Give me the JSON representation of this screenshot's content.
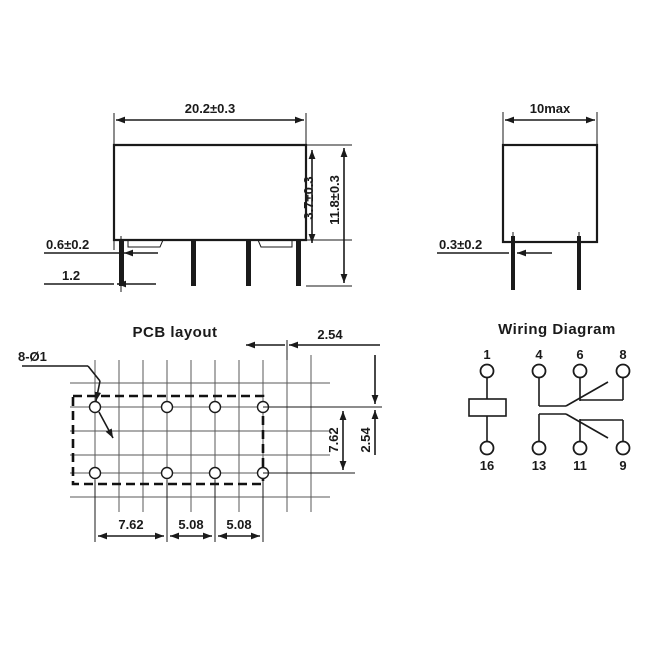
{
  "drawing": {
    "type": "relay-outline-dimension-drawing",
    "units": "mm",
    "background_color": "#ffffff",
    "line_color": "#1a1a1a",
    "grid_color": "#5a5a5a"
  },
  "front_view": {
    "name": "front-view",
    "dimensions": {
      "width": "20.2±0.3",
      "total_height": "11.8±0.3",
      "body_height": "3.7±0.3",
      "pin_width": "0.6±0.2",
      "pin_pitch_edge": "1.2"
    },
    "pin_count": 4
  },
  "side_view": {
    "name": "side-view",
    "dimensions": {
      "width": "10max",
      "pin_thickness": "0.3±0.2"
    },
    "pin_count": 2
  },
  "pcb_layout": {
    "title": "PCB layout",
    "hole_callout": "8-Ø1",
    "hole_count": 8,
    "horizontal_dimensions": [
      "7.62",
      "5.08",
      "5.08"
    ],
    "top_dimension": "2.54",
    "vertical_dimensions": [
      "7.62",
      "2.54"
    ]
  },
  "wiring_diagram": {
    "title": "Wiring  Diagram",
    "coil": {
      "top_terminal": "1",
      "bottom_terminal": "16"
    },
    "contacts": {
      "top_terminals": [
        "4",
        "6",
        "8"
      ],
      "bottom_terminals": [
        "13",
        "11",
        "9"
      ]
    }
  }
}
